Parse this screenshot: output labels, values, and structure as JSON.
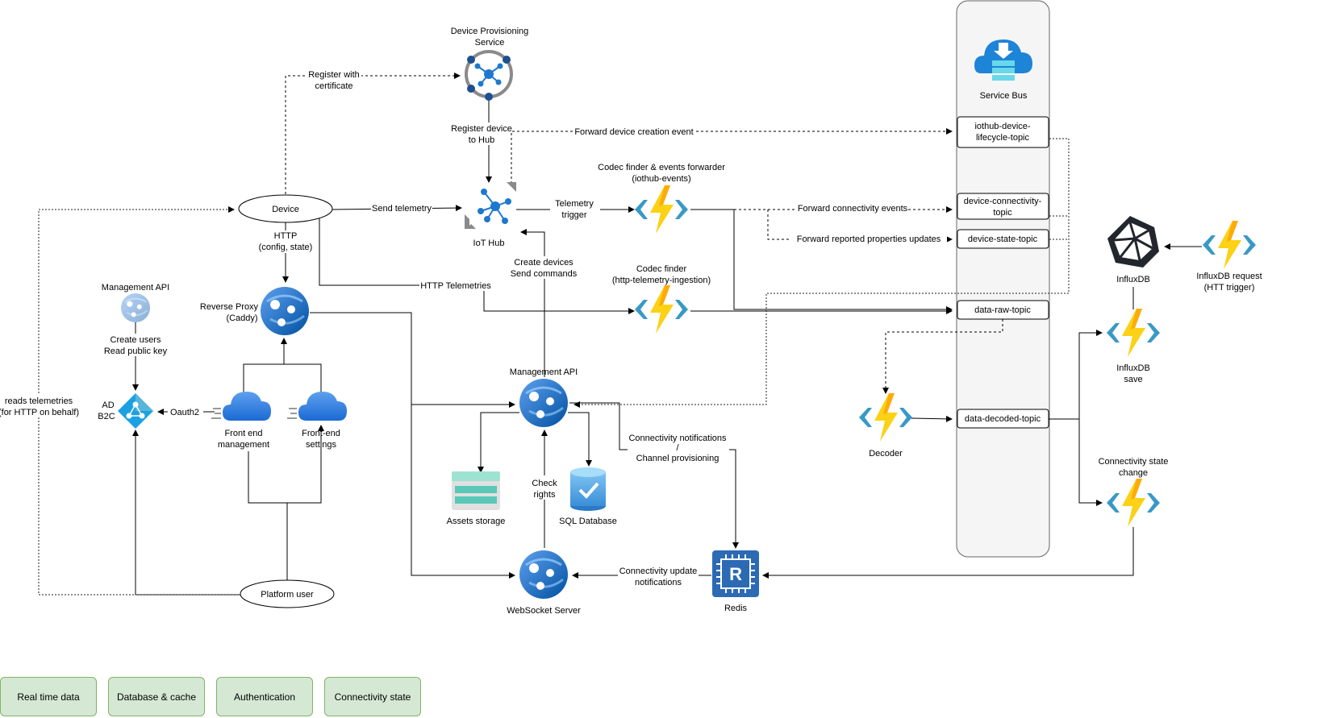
{
  "nodes": {
    "dps": "Device Provisioning Service",
    "device": "Device",
    "iot_hub": "IoT Hub",
    "codec_events_title": "Codec finder & events forwarder",
    "codec_events_sub": "(iothub-events)",
    "codec_http_title": "Codec finder",
    "codec_http_sub": "(http-telemetry-ingestion)",
    "service_bus": "Service Bus",
    "topic_lifecycle_1": "iothub-device-",
    "topic_lifecycle_2": "lifecycle-topic",
    "topic_connectivity_1": "device-connectivity-",
    "topic_connectivity_2": "topic",
    "topic_state": "device-state-topic",
    "topic_raw": "data-raw-topic",
    "topic_decoded": "data-decoded-topic",
    "mgmt_api_left": "Management API",
    "ad_b2c_1": "AD",
    "ad_b2c_2": "B2C",
    "reverse_proxy_1": "Reverse Proxy",
    "reverse_proxy_2": "(Caddy)",
    "frontend_mgmt_1": "Front end",
    "frontend_mgmt_2": "management",
    "frontend_settings_1": "Front-end",
    "frontend_settings_2": "settings",
    "mgmt_api_center": "Management API",
    "assets_storage": "Assets storage",
    "sql_db": "SQL Database",
    "websocket": "WebSocket Server",
    "redis": "Redis",
    "platform_user": "Platform user",
    "decoder": "Decoder",
    "influxdb": "InfluxDB",
    "influx_request_1": "InfluxDB request",
    "influx_request_2": "(HTT trigger)",
    "influx_save_1": "InfluxDB",
    "influx_save_2": "save",
    "conn_state_1": "Connectivity state",
    "conn_state_2": "change"
  },
  "edges": {
    "register_cert_1": "Register with",
    "register_cert_2": "certificate",
    "register_hub_1": "Register device",
    "register_hub_2": "to Hub",
    "forward_creation": "Forward device creation event",
    "send_telemetry": "Send telemetry",
    "telemetry_trigger_1": "Telemetry",
    "telemetry_trigger_2": "trigger",
    "forward_connectivity": "Forward connectivity events",
    "forward_reported": "Forward reported properties updates",
    "http_1": "HTTP",
    "http_2": "(config, state)",
    "http_telemetries": "HTTP Telemetries",
    "create_devices_1": "Create devices",
    "create_devices_2": "Send commands",
    "create_users_1": "Create users",
    "create_users_2": "Read public key",
    "oauth2": "Oauth2",
    "reads_tel_1": "reads telemetries",
    "reads_tel_2": "(for HTTP on behalf)",
    "conn_notif_1": "Connectivity notifications",
    "conn_notif_2": "/",
    "conn_notif_3": "Channel provisioning",
    "check_rights_1": "Check",
    "check_rights_2": "rights",
    "conn_update_1": "Connectivity update",
    "conn_update_2": "notifications"
  },
  "legend": [
    "Real time data",
    "Database & cache",
    "Authentication",
    "Connectivity state"
  ],
  "colors": {
    "azure_blue": "#0078d4",
    "function_yellow": "#fcd116",
    "legend_fill": "#d5e8d4",
    "legend_border": "#82b366",
    "servicebus_fill": "#f5f5f5",
    "redis_blue": "#2c6ab4"
  }
}
